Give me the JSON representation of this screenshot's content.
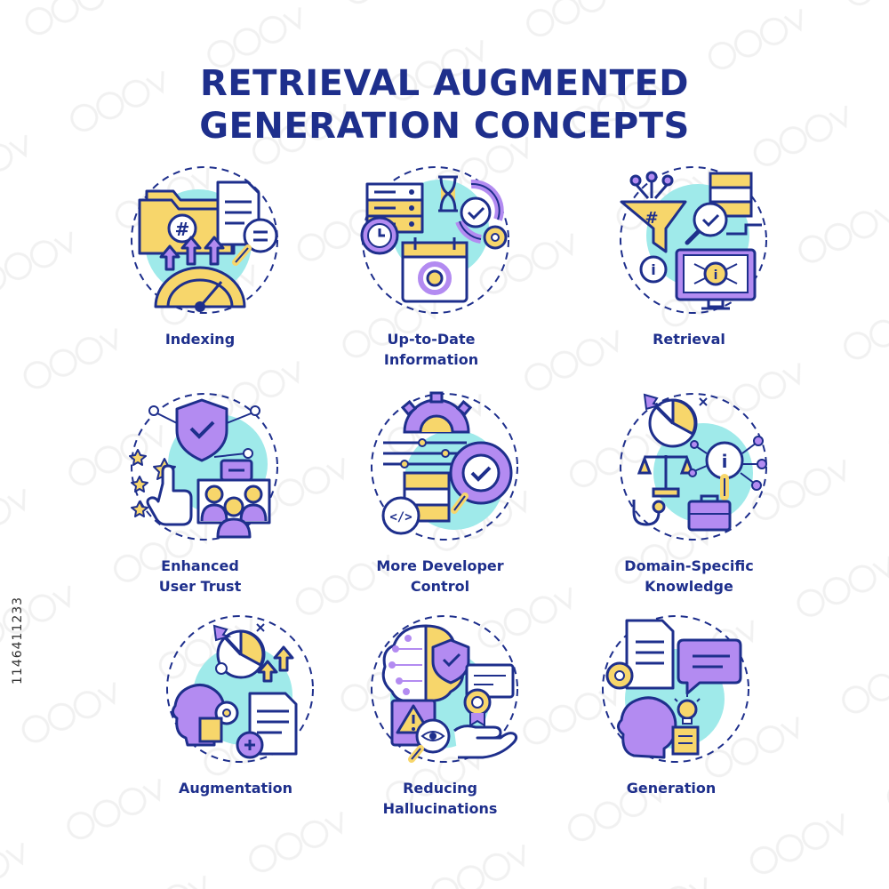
{
  "title": {
    "line1": "RETRIEVAL AUGMENTED",
    "line2": "GENERATION CONCEPTS"
  },
  "colors": {
    "navy": "#1e2f8c",
    "yellow": "#f7d66b",
    "purple": "#b38bf1",
    "cyan": "#9feaea",
    "white": "#ffffff"
  },
  "items": [
    {
      "id": "indexing",
      "label1": "Indexing",
      "label2": "",
      "icon": "indexing-icon"
    },
    {
      "id": "up-to-date",
      "label1": "Up-to-Date",
      "label2": "Information",
      "icon": "up-to-date-information-icon"
    },
    {
      "id": "retrieval",
      "label1": "Retrieval",
      "label2": "",
      "icon": "retrieval-icon"
    },
    {
      "id": "user-trust",
      "label1": "Enhanced",
      "label2": "User Trust",
      "icon": "enhanced-user-trust-icon"
    },
    {
      "id": "developer-control",
      "label1": "More Developer",
      "label2": "Control",
      "icon": "developer-control-icon"
    },
    {
      "id": "domain-knowledge",
      "label1": "Domain-Specific",
      "label2": "Knowledge",
      "icon": "domain-knowledge-icon"
    },
    {
      "id": "augmentation",
      "label1": "Augmentation",
      "label2": "",
      "icon": "augmentation-icon"
    },
    {
      "id": "reducing-hallucinations",
      "label1": "Reducing",
      "label2": "Hallucinations",
      "icon": "reducing-hallucinations-icon"
    },
    {
      "id": "generation",
      "label1": "Generation",
      "label2": "",
      "icon": "generation-icon"
    }
  ],
  "stock_id": "1146411233"
}
